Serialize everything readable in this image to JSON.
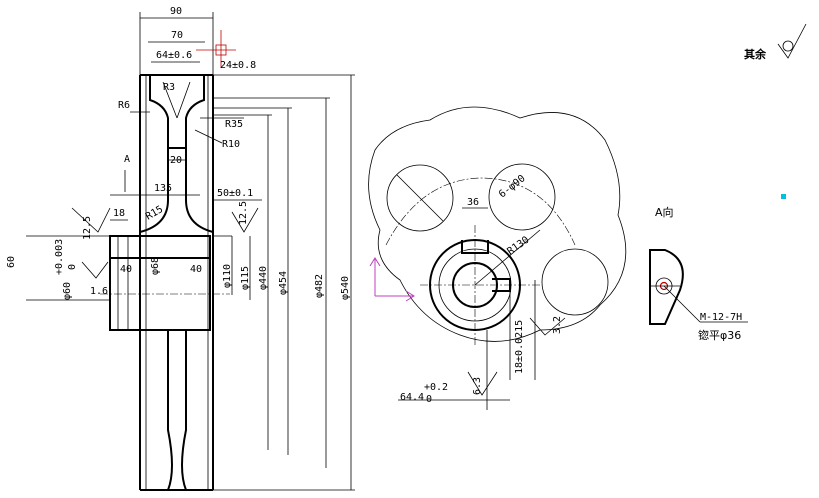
{
  "pulley_side_view": {
    "dim_width_90": "90",
    "dim_width_70": "70",
    "dim_groove_64": "64±0.6",
    "dim_24": "24±0.8",
    "dim_R3": "R3",
    "dim_R6": "R6",
    "dim_R35": "R35",
    "dim_R10": "R10",
    "dim_20": "20",
    "label_A": "A",
    "dim_135": "135",
    "dim_50": "50±0.1",
    "dim_18": "18",
    "dim_R15": "R15",
    "dim_12_5_left": "12.5",
    "dim_12_5_right": "12.5",
    "dim_60": "60",
    "dim_phi60": "φ60",
    "dim_phi60_tol": "+0.003",
    "dim_phi60_tol_low": "0",
    "dim_1_6": "1.6",
    "dim_40_left": "40",
    "dim_phi68": "φ68",
    "dim_40_right": "40",
    "dim_phi110": "φ110",
    "dim_phi115": "φ115",
    "dim_phi440": "φ440",
    "dim_phi454": "φ454",
    "dim_phi482": "φ482",
    "dim_phi540": "φ540"
  },
  "pulley_front_view": {
    "dim_36": "36",
    "dim_6_phi90": "6-φ90",
    "dim_R130": "R130",
    "dim_18_0215": "18±0.0215",
    "dim_3_2": "3.2",
    "dim_6_3": "6.3",
    "dim_64_4": "64.4",
    "dim_64_4_tol": "+0.2",
    "dim_64_4_tol_low": "0"
  },
  "detail_view_A": {
    "title": "A向",
    "thread": "M-12-7H",
    "spotface": "锪平φ36"
  },
  "surface_note": {
    "text": "其余"
  }
}
